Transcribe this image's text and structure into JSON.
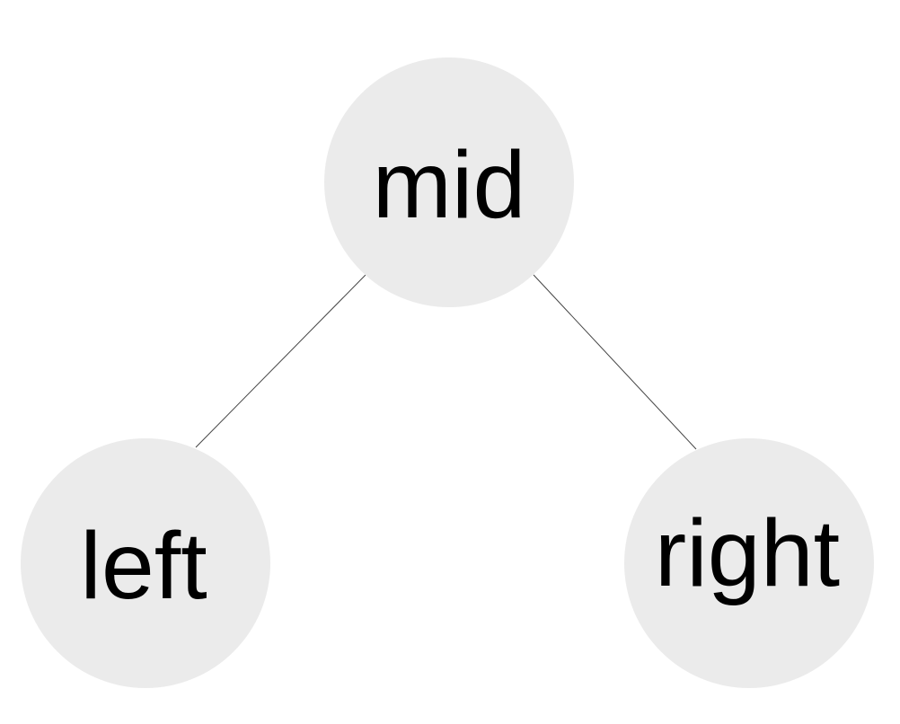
{
  "diagram": {
    "nodes": [
      {
        "id": "mid",
        "label": "mid"
      },
      {
        "id": "left",
        "label": "left"
      },
      {
        "id": "right",
        "label": "right"
      }
    ],
    "edges": [
      {
        "from": "mid",
        "to": "left"
      },
      {
        "from": "mid",
        "to": "right"
      }
    ],
    "colors": {
      "node_fill": "#ebebeb",
      "edge": "#444444",
      "text": "#000000",
      "background": "#ffffff"
    }
  }
}
